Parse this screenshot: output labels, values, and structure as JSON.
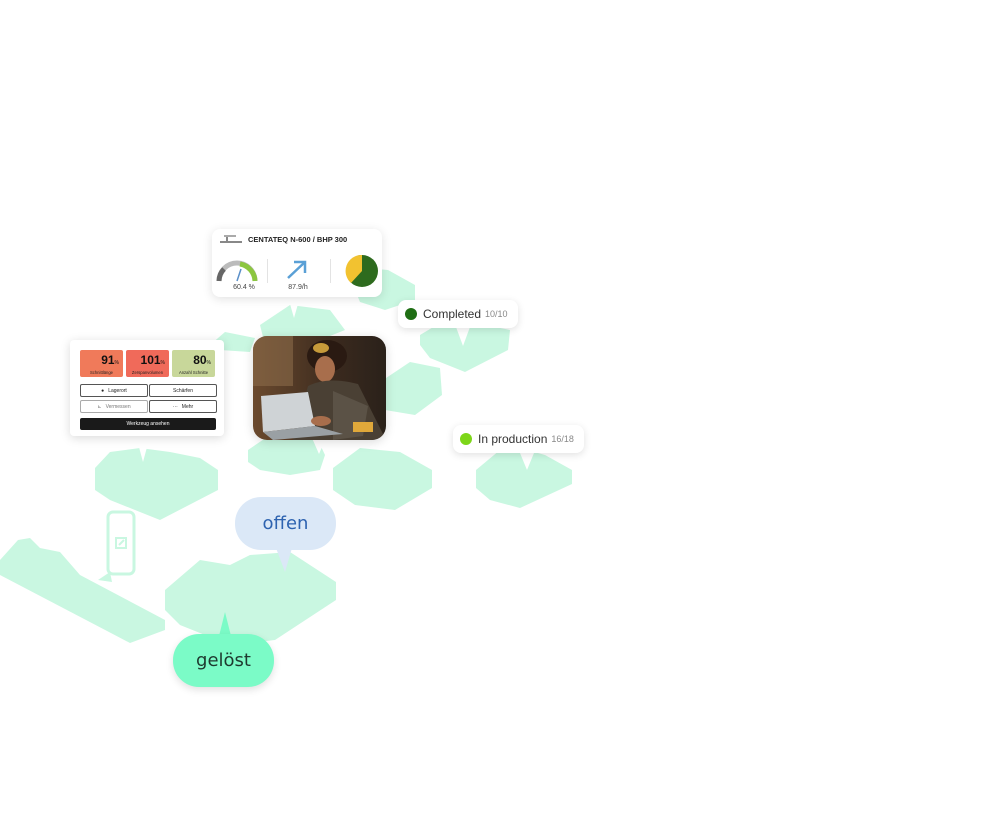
{
  "machine_card": {
    "title": "CENTATEQ N-600 / BHP 300",
    "gauge_value": "60.4 %",
    "rate_value": "87.9/h",
    "icons": [
      "machine-icon",
      "gauge-icon",
      "arrow-up-right-icon",
      "pie-chart-icon"
    ],
    "colors": {
      "gauge": "#8cc63f",
      "arrow": "#5aa0d6",
      "pie_dark": "#2e6b1e",
      "pie_yellow": "#f2c230"
    }
  },
  "status": {
    "completed": {
      "label": "Completed",
      "count": "10/10",
      "color": "#1f6e14"
    },
    "in_production": {
      "label": "In production",
      "count": "16/18",
      "color": "#7dd619"
    }
  },
  "tool_card": {
    "tiles": [
      {
        "value": "91",
        "unit": "%",
        "label": "Schnittlänge",
        "color": "#f07a5a"
      },
      {
        "value": "101",
        "unit": "%",
        "label": "Zerspanvolumen",
        "color": "#f06a5a"
      },
      {
        "value": "80",
        "unit": "%",
        "label": "Anzahl Schnitte",
        "color": "#c8d79a"
      }
    ],
    "buttons": [
      {
        "label": "Lagerort",
        "icon": "location-pin-icon"
      },
      {
        "label": "Schärfen",
        "icon": ""
      },
      {
        "label": "Vermessen",
        "icon": "ruler-icon"
      },
      {
        "label": "Mehr",
        "icon": "more-icon"
      }
    ],
    "primary_button": "Werkzeug ansehen"
  },
  "bubbles": {
    "offen": "offen",
    "geloest": "gelöst"
  },
  "colors": {
    "iso_blocks": "#c9f7e1",
    "bubble_offen": "#dbe8f7",
    "bubble_geloest": "#7bfbc7"
  }
}
